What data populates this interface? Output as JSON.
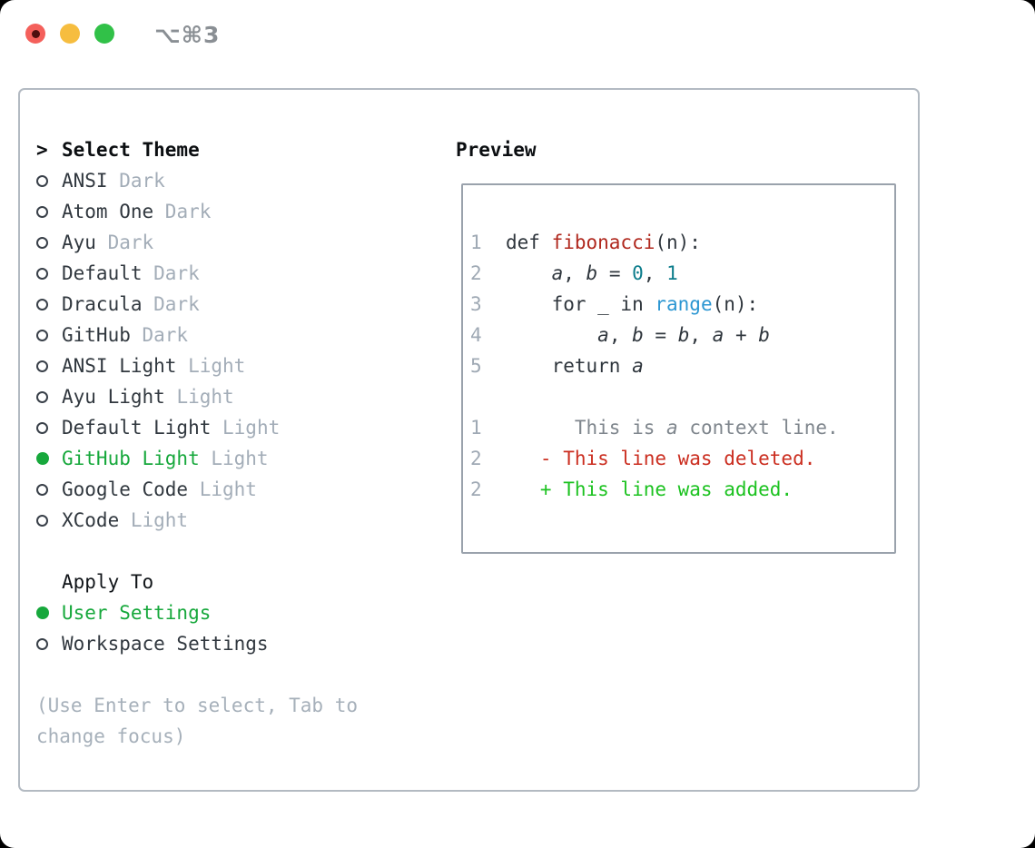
{
  "window": {
    "shortcut": "⌥⌘3",
    "traffic_lights": [
      "close",
      "minimize",
      "zoom"
    ]
  },
  "colors": {
    "selected_green": "#17a83c",
    "diff_added_green": "#1cc220",
    "diff_deleted_red": "#cb2e20",
    "function_red": "#b0281e",
    "number_teal": "#0d7d8c",
    "builtin_blue": "#2b96d2",
    "muted_gray": "#a3adb8",
    "panel_border": "#b3bac2",
    "preview_border": "#9aa2ac",
    "traffic_red": "#f4605b",
    "traffic_yellow": "#f6bd3f",
    "traffic_green": "#31c148"
  },
  "theme_picker": {
    "prompt": ">",
    "title": "Select Theme",
    "items": [
      {
        "name": "ANSI",
        "tag": "Dark",
        "selected": false
      },
      {
        "name": "Atom One",
        "tag": "Dark",
        "selected": false
      },
      {
        "name": "Ayu",
        "tag": "Dark",
        "selected": false
      },
      {
        "name": "Default",
        "tag": "Dark",
        "selected": false
      },
      {
        "name": "Dracula",
        "tag": "Dark",
        "selected": false
      },
      {
        "name": "GitHub",
        "tag": "Dark",
        "selected": false
      },
      {
        "name": "ANSI Light",
        "tag": "Light",
        "selected": false
      },
      {
        "name": "Ayu Light",
        "tag": "Light",
        "selected": false
      },
      {
        "name": "Default Light",
        "tag": "Light",
        "selected": false
      },
      {
        "name": "GitHub Light",
        "tag": "Light",
        "selected": true
      },
      {
        "name": "Google Code",
        "tag": "Light",
        "selected": false
      },
      {
        "name": "XCode",
        "tag": "Light",
        "selected": false
      }
    ],
    "apply_to": {
      "title": "Apply To",
      "options": [
        {
          "name": "User Settings",
          "selected": true
        },
        {
          "name": "Workspace Settings",
          "selected": false
        }
      ]
    },
    "hint_lines": [
      "(Use Enter to select, Tab to",
      "change focus)"
    ]
  },
  "preview": {
    "title": "Preview",
    "code_lines": [
      {
        "num": "1",
        "segments": [
          {
            "t": "def ",
            "s": "code"
          },
          {
            "t": "fibonacci",
            "s": "func"
          },
          {
            "t": "(n):",
            "s": "code"
          }
        ]
      },
      {
        "num": "2",
        "segments": [
          {
            "t": "    ",
            "s": "code"
          },
          {
            "t": "a",
            "s": "var"
          },
          {
            "t": ", ",
            "s": "code"
          },
          {
            "t": "b",
            "s": "var"
          },
          {
            "t": " = ",
            "s": "code"
          },
          {
            "t": "0",
            "s": "num"
          },
          {
            "t": ", ",
            "s": "code"
          },
          {
            "t": "1",
            "s": "num"
          }
        ]
      },
      {
        "num": "3",
        "segments": [
          {
            "t": "    for _ in ",
            "s": "code"
          },
          {
            "t": "range",
            "s": "builtin"
          },
          {
            "t": "(n):",
            "s": "code"
          }
        ]
      },
      {
        "num": "4",
        "segments": [
          {
            "t": "        ",
            "s": "code"
          },
          {
            "t": "a",
            "s": "var"
          },
          {
            "t": ", ",
            "s": "code"
          },
          {
            "t": "b",
            "s": "var"
          },
          {
            "t": " = ",
            "s": "code"
          },
          {
            "t": "b",
            "s": "var"
          },
          {
            "t": ", ",
            "s": "code"
          },
          {
            "t": "a",
            "s": "var"
          },
          {
            "t": " + ",
            "s": "code"
          },
          {
            "t": "b",
            "s": "var"
          }
        ]
      },
      {
        "num": "5",
        "segments": [
          {
            "t": "    return ",
            "s": "code"
          },
          {
            "t": "a",
            "s": "var"
          }
        ]
      },
      {
        "num": "",
        "segments": []
      },
      {
        "num": "1",
        "segments": [
          {
            "t": "      This is ",
            "s": "ctx"
          },
          {
            "t": "a",
            "s": "ctxvar"
          },
          {
            "t": " context line.",
            "s": "ctx"
          }
        ]
      },
      {
        "num": "2",
        "segments": [
          {
            "t": "   - This line was deleted.",
            "s": "del"
          }
        ]
      },
      {
        "num": "2",
        "segments": [
          {
            "t": "   + This line was added.",
            "s": "add"
          }
        ]
      }
    ]
  }
}
